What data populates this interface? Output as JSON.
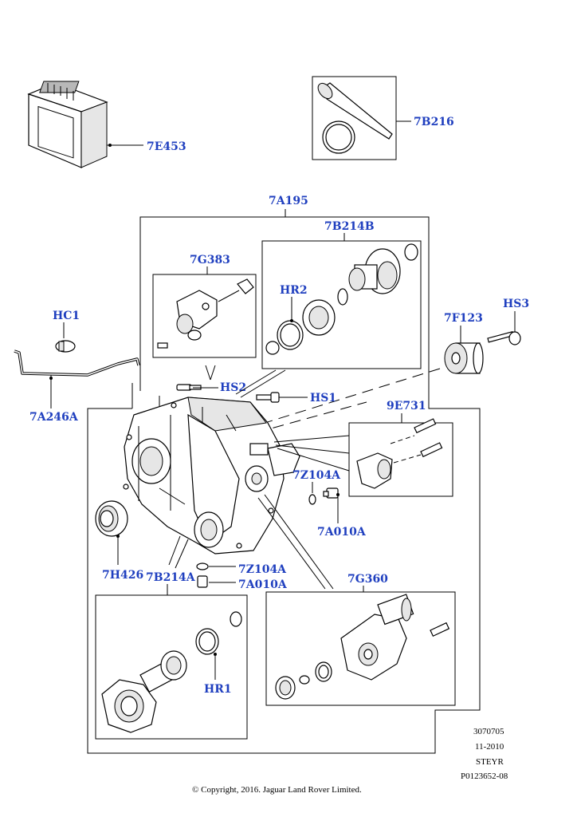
{
  "labels": {
    "p7E453": "7E453",
    "p7B216": "7B216",
    "p7A195": "7A195",
    "p7B214B": "7B214B",
    "p7G383": "7G383",
    "pHR2": "HR2",
    "pHC1": "HC1",
    "pHS3": "HS3",
    "p7F123": "7F123",
    "pHS2": "HS2",
    "pHS1": "HS1",
    "p7A246A": "7A246A",
    "p9E731": "9E731",
    "p7Z104A_a": "7Z104A",
    "p7A010A_a": "7A010A",
    "p7H426": "7H426",
    "p7B214A": "7B214A",
    "p7Z104A_b": "7Z104A",
    "p7A010A_b": "7A010A",
    "p7G360": "7G360",
    "pHR1": "HR1"
  },
  "footer": {
    "code1": "3070705",
    "date": "11-2010",
    "maker": "STEYR",
    "ref": "P0123652-08",
    "copyright": "© Copyright, 2016. Jaguar Land Rover Limited."
  },
  "colors": {
    "label": "#1f3fbf",
    "line": "#000000"
  }
}
